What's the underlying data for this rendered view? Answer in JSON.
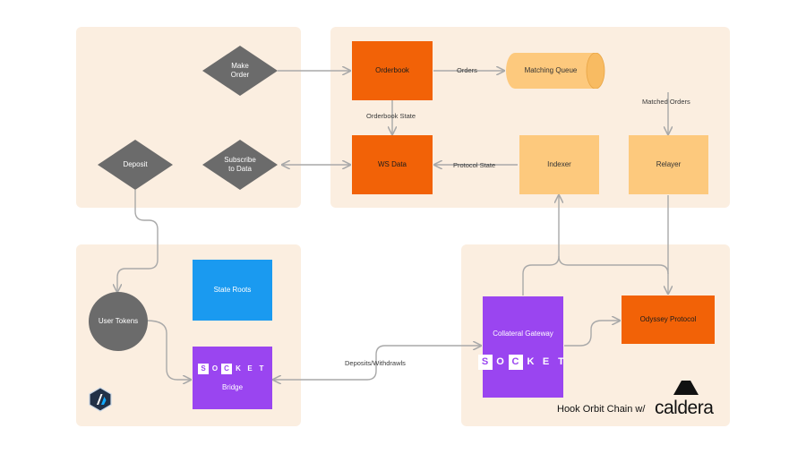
{
  "nodes": {
    "make_order": "Make\nOrder",
    "deposit": "Deposit",
    "subscribe": "Subscribe\nto Data",
    "orderbook": "Orderbook",
    "matching_queue": "Matching Queue",
    "ws_data": "WS Data",
    "indexer": "Indexer",
    "relayer": "Relayer",
    "user_tokens": "User Tokens",
    "state_roots": "State Roots",
    "bridge": "Bridge",
    "collateral_gateway": "Collateral Gateway",
    "odyssey_protocol": "Odyssey Protocol"
  },
  "edge_labels": {
    "orders": "Orders",
    "matched_orders": "Matched Orders",
    "orderbook_state": "Orderbook State",
    "protocol_state": "Protocol State",
    "deposits_withdrawls": "Deposits/Withdrawls"
  },
  "socket_brand": [
    "S",
    "O",
    "C",
    "K",
    "E",
    "T"
  ],
  "footer": {
    "chain_label": "Hook Orbit Chain w/",
    "brand": "caldera"
  },
  "colors": {
    "panel": "#fbeee0",
    "orange": "#f26207",
    "light_orange": "#fdc97d",
    "purple": "#9a45f0",
    "blue": "#1a9af0",
    "gray": "#6b6b6b"
  },
  "icons": [
    "arbitrum-logo-icon",
    "caldera-logo-icon"
  ]
}
